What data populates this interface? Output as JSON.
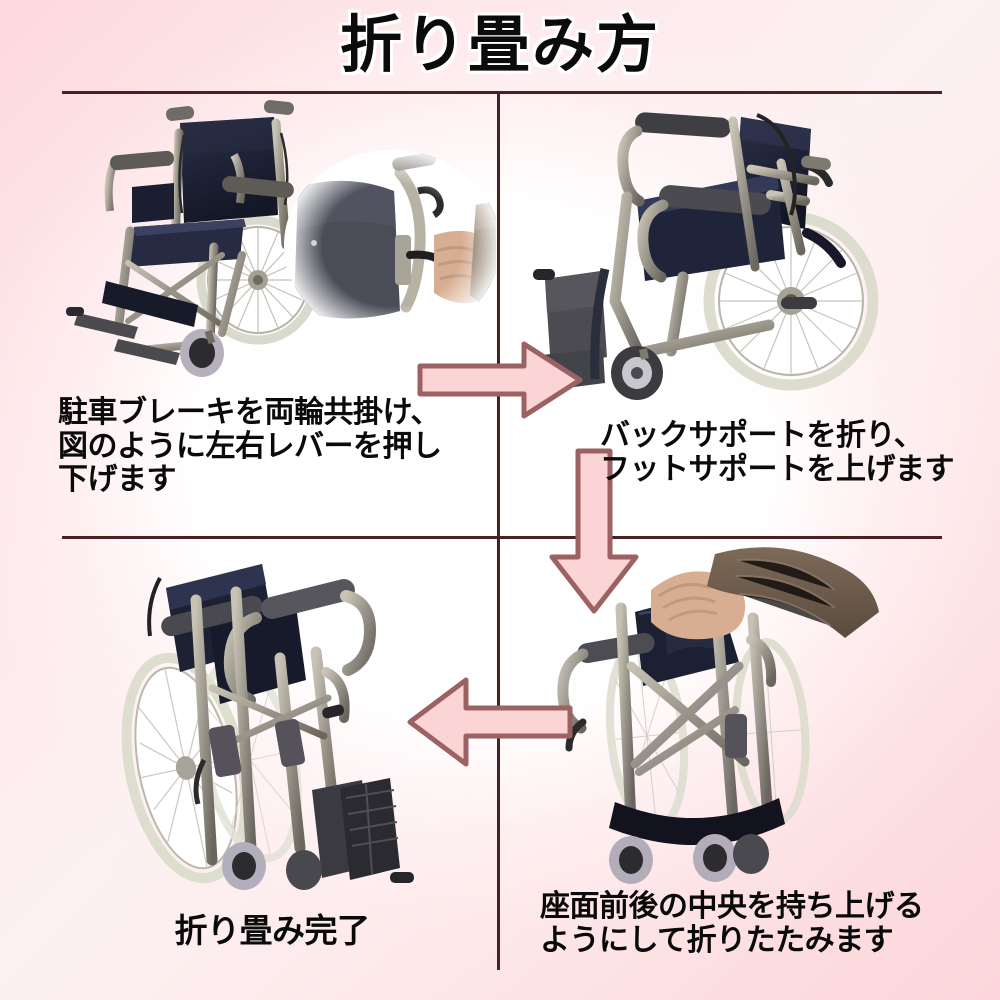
{
  "page": {
    "title": "折り畳み方",
    "background_top_left": "#fdd9de",
    "background_center": "#ffffff",
    "divider_color": "#4a2020"
  },
  "arrows": {
    "fill": "#fbd4d6",
    "stroke": "#9c6263",
    "right": {
      "name": "arrow-right",
      "direction": "right"
    },
    "down": {
      "name": "arrow-down",
      "direction": "down"
    },
    "left": {
      "name": "arrow-left",
      "direction": "left"
    }
  },
  "steps": [
    {
      "id": 1,
      "caption": "駐車ブレーキを両輪共掛け、\n図のように左右レバーを押し\n下げます",
      "photo_alt": "wheelchair-with-brake-detail"
    },
    {
      "id": 2,
      "caption": "バックサポートを折り、\nフットサポートを上げます",
      "photo_alt": "wheelchair-back-folded"
    },
    {
      "id": 3,
      "caption": "折り畳み完了",
      "photo_alt": "wheelchair-folded-complete"
    },
    {
      "id": 4,
      "caption": "座面前後の中央を持ち上げる\nようにして折りたたみます",
      "photo_alt": "hands-lifting-seat-center"
    }
  ],
  "colors": {
    "frame_light": "#b9b4a6",
    "frame_mid": "#8d887c",
    "frame_dark": "#5f5b52",
    "upholstery": "#20243a",
    "upholstery_light": "#353b55",
    "tire": "#d8d8cc",
    "rim": "#cfcfc6",
    "caster": "#5a5660",
    "skin": "#d8ae92",
    "sleeve": "#6a584a"
  }
}
